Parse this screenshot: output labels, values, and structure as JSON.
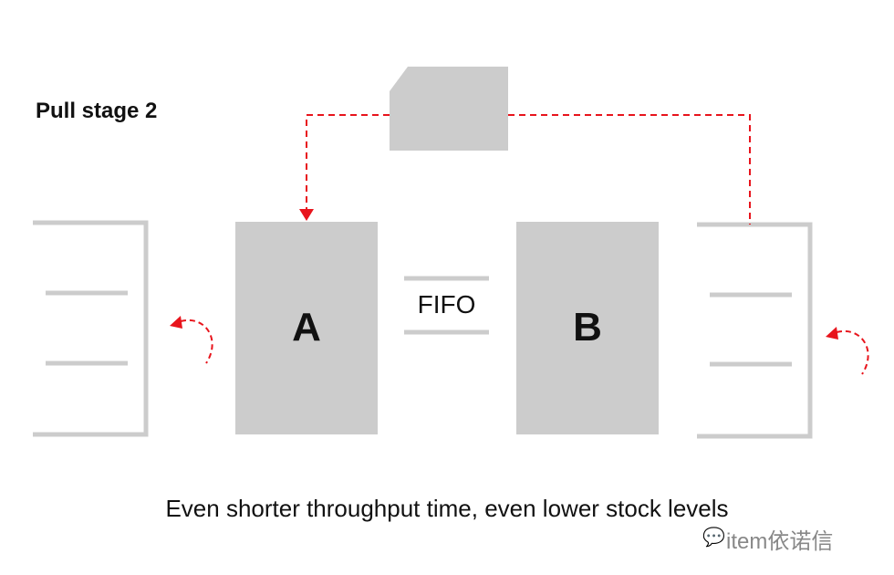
{
  "title": "Pull stage 2",
  "process_a": "A",
  "process_b": "B",
  "buffer": "FIFO",
  "caption": "Even shorter throughput time, even lower stock levels",
  "watermark": "item依诺信",
  "colors": {
    "shape": "#cccccc",
    "signal": "#e8141c",
    "text": "#111111"
  }
}
